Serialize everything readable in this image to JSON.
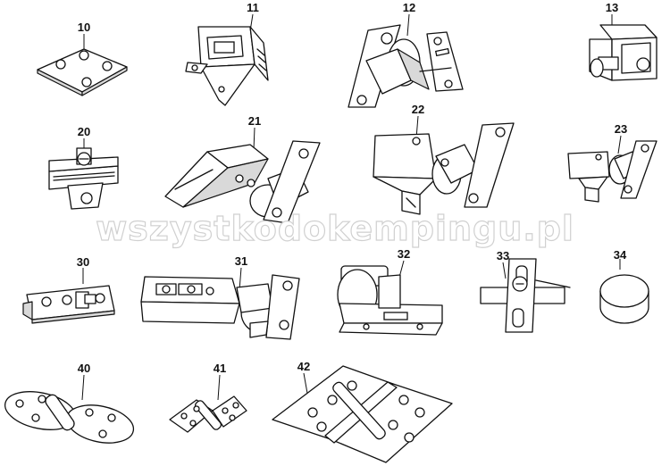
{
  "parts": [
    {
      "id": "part-10",
      "number": "10"
    },
    {
      "id": "part-11",
      "number": "11"
    },
    {
      "id": "part-12",
      "number": "12"
    },
    {
      "id": "part-13",
      "number": "13"
    },
    {
      "id": "part-20",
      "number": "20"
    },
    {
      "id": "part-21",
      "number": "21"
    },
    {
      "id": "part-22",
      "number": "22"
    },
    {
      "id": "part-23",
      "number": "23"
    },
    {
      "id": "part-30",
      "number": "30"
    },
    {
      "id": "part-31",
      "number": "31"
    },
    {
      "id": "part-32",
      "number": "32"
    },
    {
      "id": "part-33",
      "number": "33"
    },
    {
      "id": "part-34",
      "number": "34"
    },
    {
      "id": "part-40",
      "number": "40"
    },
    {
      "id": "part-41",
      "number": "41"
    },
    {
      "id": "part-42",
      "number": "42"
    }
  ],
  "watermark": "wszystkodokempingu.pl"
}
